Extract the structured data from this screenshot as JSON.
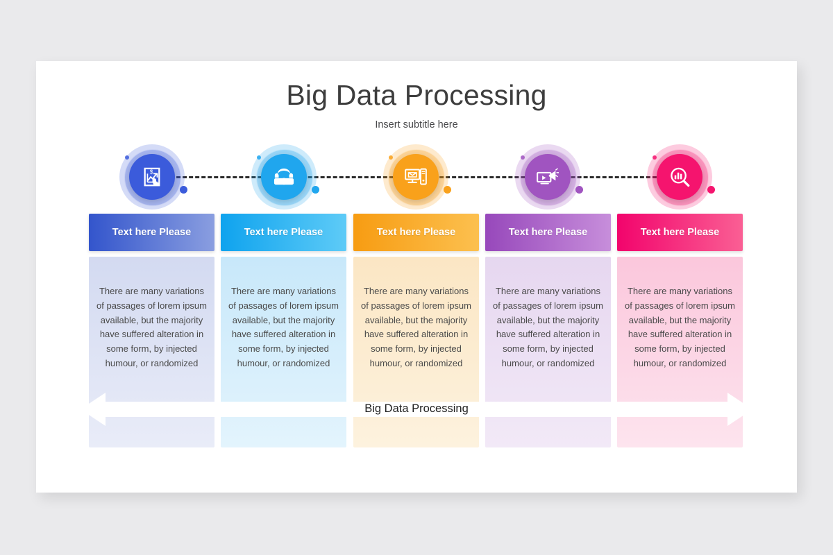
{
  "slide": {
    "title": "Big Data Processing",
    "subtitle": "Insert subtitle here",
    "arrow_label": "Big Data Processing"
  },
  "columns": [
    {
      "id": "col-1",
      "icon": "chart-document-icon",
      "heading": "Text here Please",
      "body": "There are many variations of passages of lorem ipsum available, but the majority have suffered alteration in some form, by injected humour, or randomized",
      "accent": "#3B5BDB",
      "head_gradient_from": "#3355cc",
      "head_gradient_to": "#8a9ee0",
      "body_from": "#d3daf1",
      "body_to": "#e9ecf8"
    },
    {
      "id": "col-2",
      "icon": "telephone-icon",
      "heading": "Text here Please",
      "body": "There are many variations of passages of lorem ipsum available, but the majority have suffered alteration in some form, by injected humour, or randomized",
      "accent": "#20A6EE",
      "head_gradient_from": "#0fa3ee",
      "head_gradient_to": "#5ecbf7",
      "body_from": "#c8e8fa",
      "body_to": "#e3f4fd"
    },
    {
      "id": "col-3",
      "icon": "computer-mail-server-icon",
      "heading": "Text here Please",
      "body": "There are many variations of passages of lorem ipsum available, but the majority have suffered alteration in some form, by injected humour, or randomized",
      "accent": "#F9A11B",
      "head_gradient_from": "#f79c12",
      "head_gradient_to": "#fcc04f",
      "body_from": "#fbe6c4",
      "body_to": "#fdf2de"
    },
    {
      "id": "col-4",
      "icon": "video-megaphone-icon",
      "heading": "Text here Please",
      "body": "There are many variations of passages of lorem ipsum available, but the majority have suffered alteration in some form, by injected humour, or randomized",
      "accent": "#A054C0",
      "head_gradient_from": "#9748bb",
      "head_gradient_to": "#c78edb",
      "body_from": "#e6d7f0",
      "body_to": "#f2e9f7"
    },
    {
      "id": "col-5",
      "icon": "data-analysis-search-icon",
      "heading": "Text here Please",
      "body": "There are many variations of passages of lorem ipsum available, but the majority have suffered alteration in some form, by injected humour, or randomized",
      "accent": "#F5146E",
      "head_gradient_from": "#f2046c",
      "head_gradient_to": "#fa5f94",
      "body_from": "#fbc7dc",
      "body_to": "#fde4ee"
    }
  ],
  "connector": {
    "style": "dashed",
    "color": "#2b2b2b"
  },
  "arrow": {
    "color": "#ffffff",
    "direction": "double"
  }
}
